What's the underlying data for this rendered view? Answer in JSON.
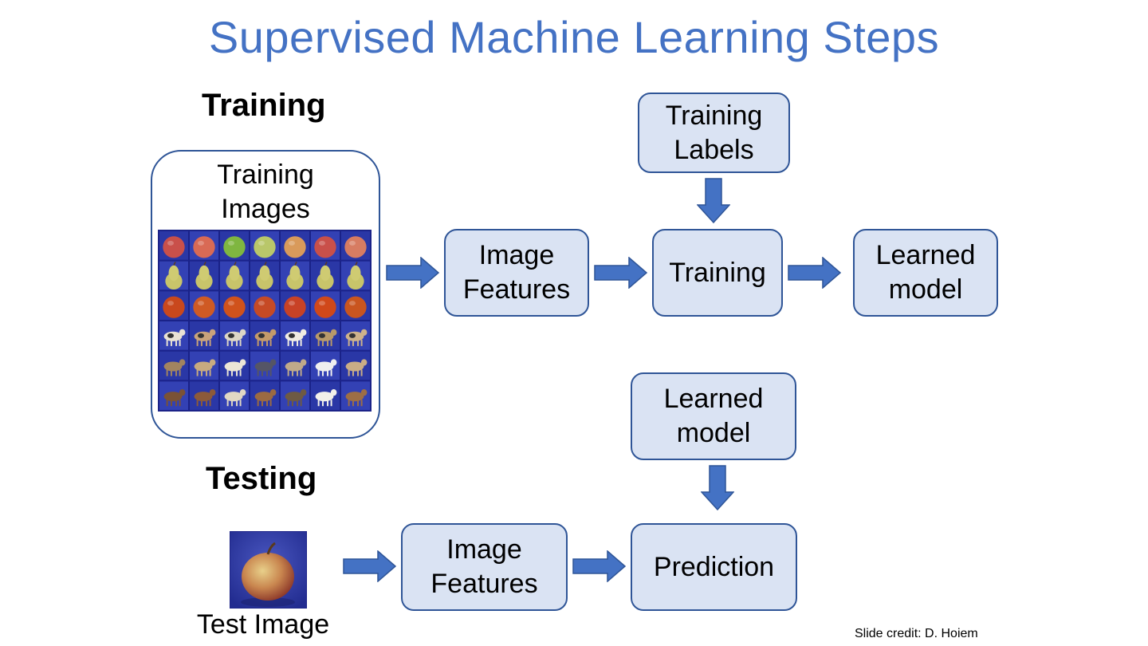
{
  "title": "Supervised Machine Learning Steps",
  "sections": {
    "training": "Training",
    "testing": "Testing"
  },
  "training_flow": {
    "images_label": "Training\nImages",
    "features": "Image\nFeatures",
    "labels": "Training\nLabels",
    "training": "Training",
    "model": "Learned\nmodel"
  },
  "testing_flow": {
    "model": "Learned\nmodel",
    "features": "Image\nFeatures",
    "prediction": "Prediction",
    "test_image_caption": "Test Image"
  },
  "image_grid": {
    "rows": [
      "apple",
      "pear",
      "tomato",
      "cow",
      "dog",
      "horse"
    ],
    "columns": 7
  },
  "colors": {
    "title": "#4472C4",
    "box_fill": "#DAE3F3",
    "box_border": "#2F5597",
    "arrow": "#4472C4"
  },
  "credit": "Slide credit: D. Hoiem"
}
